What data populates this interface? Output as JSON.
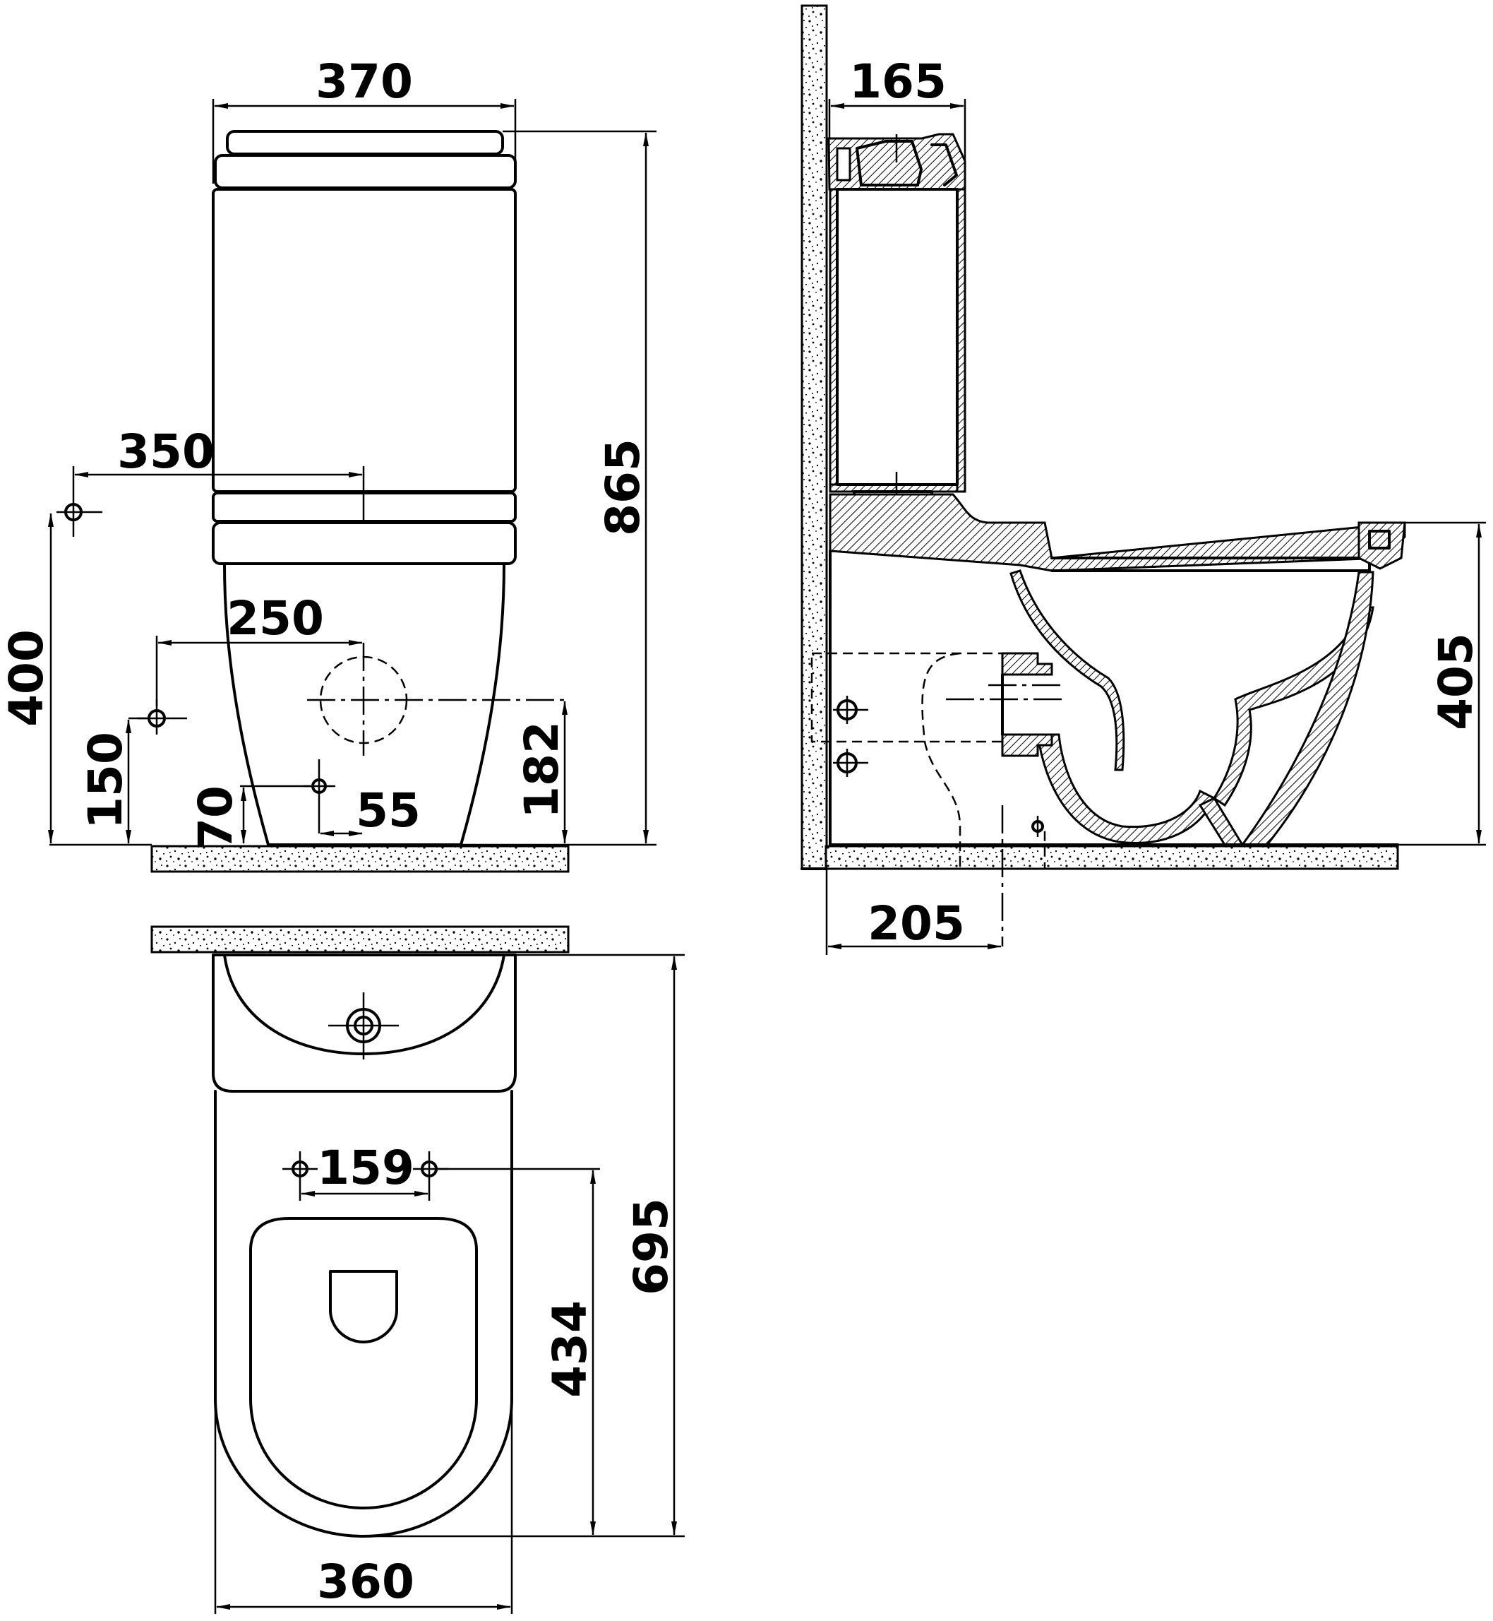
{
  "dimensions": {
    "front_width_top": "370",
    "front_height_total": "865",
    "front_supply_offset": "350",
    "front_supply_height": "400",
    "front_outlet_offset": "250",
    "front_outlet_height": "182",
    "front_side_inlet_height": "150",
    "front_fix_height": "70",
    "front_fix_offset": "55",
    "side_tank_depth": "165",
    "side_seat_height": "405",
    "side_outlet_from_wall": "205",
    "top_total_length": "695",
    "top_seat_hole_spacing": "159",
    "top_hole_to_front": "434",
    "top_bowl_width": "360"
  },
  "colors": {
    "line": "#000000",
    "background": "#ffffff"
  }
}
